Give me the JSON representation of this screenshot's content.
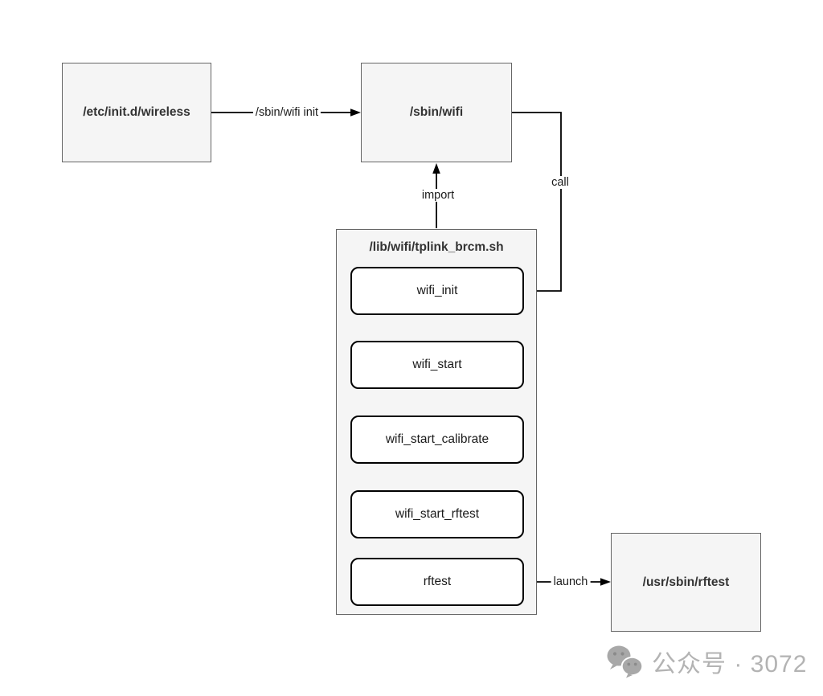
{
  "diagram": {
    "nodes": {
      "etc_init_wireless": "/etc/init.d/wireless",
      "sbin_wifi": "/sbin/wifi",
      "usr_sbin_rftest": "/usr/sbin/rftest"
    },
    "container": {
      "title": "/lib/wifi/tplink_brcm.sh",
      "functions": [
        "wifi_init",
        "wifi_start",
        "wifi_start_calibrate",
        "wifi_start_rftest",
        "rftest"
      ]
    },
    "edges": {
      "init_label": "/sbin/wifi init",
      "call_label": "call",
      "import_label": "import",
      "launch_label": "launch"
    },
    "colors": {
      "node_fill": "#f5f5f5",
      "node_border": "#666666",
      "node_text": "#333333",
      "inner_fill": "#ffffff",
      "inner_border": "#000000",
      "edge": "#000000",
      "watermark": "#b3b3b3",
      "watermark_icon": "#a8a8a8"
    }
  },
  "watermark": {
    "icon": "wechat-icon",
    "text": "公众号 · 3072"
  }
}
